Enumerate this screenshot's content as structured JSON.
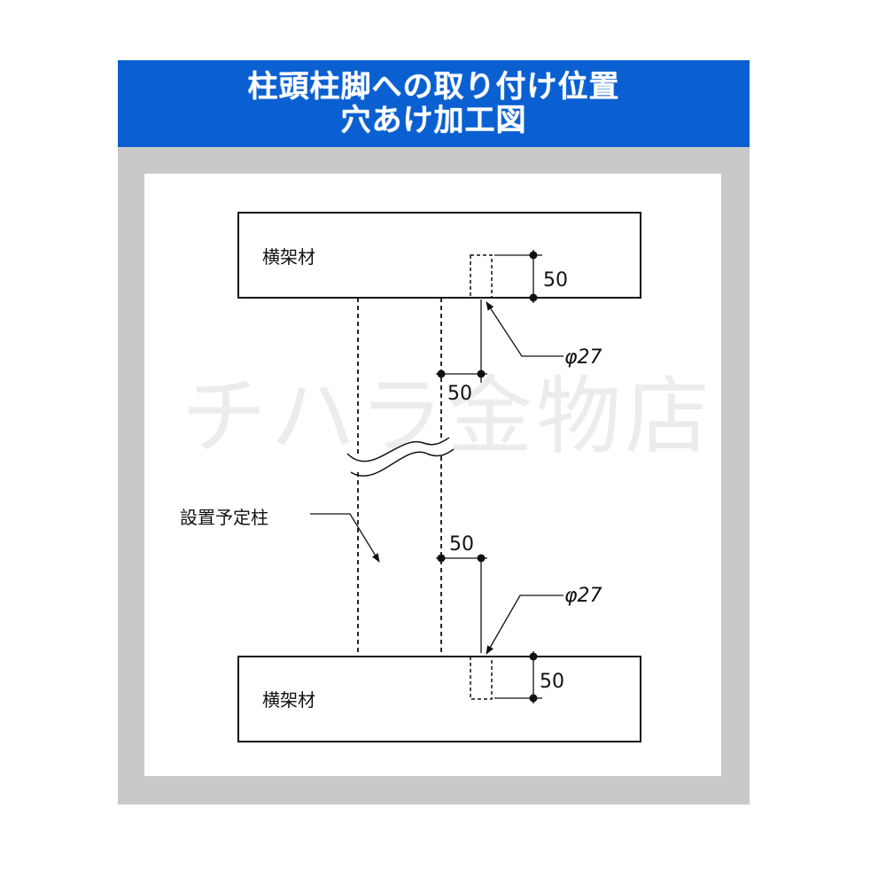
{
  "header": {
    "title_line1": "柱頭柱脚への取り付け位置",
    "title_line2": "穴あけ加工図",
    "background_color": "#0a5fd1"
  },
  "diagram": {
    "top_beam_label": "横架材",
    "bottom_beam_label": "横架材",
    "column_label": "設置予定柱",
    "top_hole_diameter": "φ27",
    "bottom_hole_diameter": "φ27",
    "top_hole_depth_dim": "50",
    "top_hole_offset_dim": "50",
    "bottom_hole_offset_dim": "50",
    "bottom_hole_depth_dim": "50"
  },
  "watermark": "チハラ金物店"
}
